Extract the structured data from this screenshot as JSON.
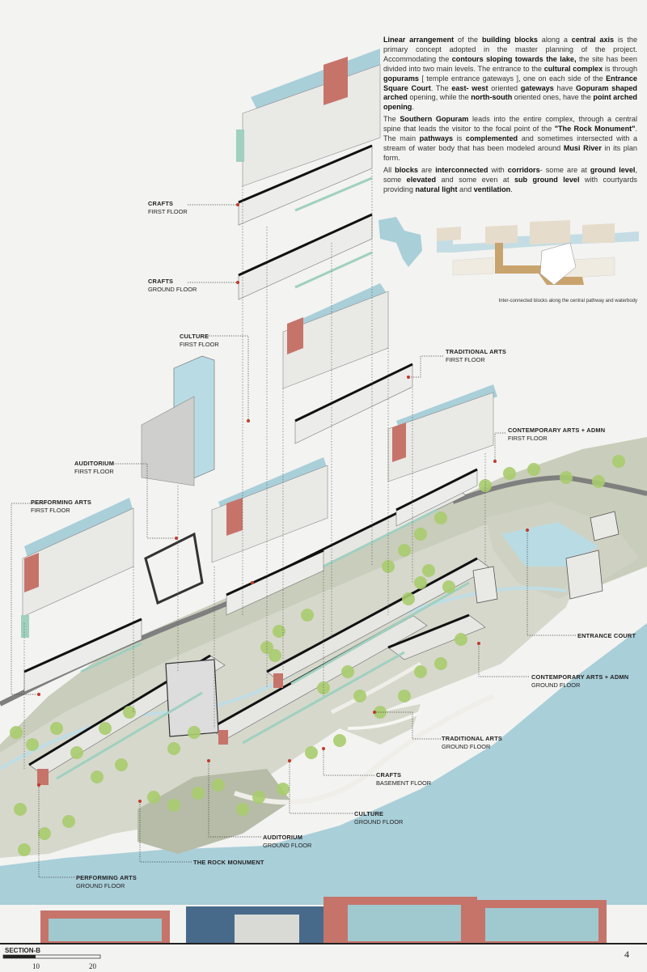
{
  "description": {
    "p1": [
      {
        "t": "Linear arrangement",
        "b": true
      },
      {
        "t": " of the ",
        "b": false
      },
      {
        "t": "building blocks",
        "b": true
      },
      {
        "t": " along a ",
        "b": false
      },
      {
        "t": "central axis",
        "b": true
      },
      {
        "t": " is the primary concept adopted in the master planning of the project. Accommodating the ",
        "b": false
      },
      {
        "t": "contours sloping towards the lake,",
        "b": true
      },
      {
        "t": " the site has been divided into two main levels. The entrance to the ",
        "b": false
      },
      {
        "t": "cultural complex",
        "b": true
      },
      {
        "t": " is through ",
        "b": false
      },
      {
        "t": "gopurams",
        "b": true
      },
      {
        "t": " [ temple entrance gateways ], one on each side of the ",
        "b": false
      },
      {
        "t": "Entrance Square Court",
        "b": true
      },
      {
        "t": ". The ",
        "b": false
      },
      {
        "t": "east- west",
        "b": true
      },
      {
        "t": " oriented ",
        "b": false
      },
      {
        "t": "gateways",
        "b": true
      },
      {
        "t": " have ",
        "b": false
      },
      {
        "t": "Gopuram shaped arched",
        "b": true
      },
      {
        "t": " opening, while the ",
        "b": false
      },
      {
        "t": "north-south",
        "b": true
      },
      {
        "t": " oriented ones, have the ",
        "b": false
      },
      {
        "t": "point arched opening",
        "b": true
      },
      {
        "t": ".",
        "b": false
      }
    ],
    "p2": [
      {
        "t": "The ",
        "b": false
      },
      {
        "t": "Southern Gopuram",
        "b": true
      },
      {
        "t": " leads into the entire complex, through a central spine that leads the visitor to the focal point of the ",
        "b": false
      },
      {
        "t": "\"The Rock Monument\"",
        "b": true
      },
      {
        "t": ". The main ",
        "b": false
      },
      {
        "t": "pathways",
        "b": true
      },
      {
        "t": " is ",
        "b": false
      },
      {
        "t": "complemented",
        "b": true
      },
      {
        "t": " and sometimes intersected with a stream of water body that has been modeled around ",
        "b": false
      },
      {
        "t": "Musi River",
        "b": true
      },
      {
        "t": " in its plan form.",
        "b": false
      }
    ],
    "p3": [
      {
        "t": "All ",
        "b": false
      },
      {
        "t": "blocks",
        "b": true
      },
      {
        "t": " are ",
        "b": false
      },
      {
        "t": "interconnected",
        "b": true
      },
      {
        "t": " with ",
        "b": false
      },
      {
        "t": "corridors",
        "b": true
      },
      {
        "t": "- some are at ",
        "b": false
      },
      {
        "t": "ground level",
        "b": true
      },
      {
        "t": ", some ",
        "b": false
      },
      {
        "t": "elevated",
        "b": true
      },
      {
        "t": " and some even at ",
        "b": false
      },
      {
        "t": "sub ground level",
        "b": true
      },
      {
        "t": " with courtyards providing ",
        "b": false
      },
      {
        "t": "natural light",
        "b": true
      },
      {
        "t": " and ",
        "b": false
      },
      {
        "t": "ventilation",
        "b": true
      },
      {
        "t": ".",
        "b": false
      }
    ]
  },
  "labels": {
    "crafts_ff": {
      "title": "CRAFTS",
      "sub": "FIRST FLOOR"
    },
    "crafts_gf": {
      "title": "CRAFTS",
      "sub": "GROUND FLOOR"
    },
    "culture_ff": {
      "title": "CULTURE",
      "sub": "FIRST FLOOR"
    },
    "trad_ff": {
      "title": "TRADITIONAL ARTS",
      "sub": "FIRST FLOOR"
    },
    "contemp_ff": {
      "title": "CONTEMPORARY ARTS + ADMN",
      "sub": "FIRST FLOOR"
    },
    "aud_ff": {
      "title": "AUDITORIUM",
      "sub": "FIRST FLOOR"
    },
    "perf_ff": {
      "title": "PERFORMING ARTS",
      "sub": "FIRST FLOOR"
    },
    "entrance": {
      "title": "ENTRANCE COURT",
      "sub": ""
    },
    "contemp_gf": {
      "title": "CONTEMPORARY ARTS + ADMN",
      "sub": "GROUND FLOOR"
    },
    "trad_gf": {
      "title": "TRADITIONAL ARTS",
      "sub": "GROUND FLOOR"
    },
    "crafts_bf": {
      "title": "CRAFTS",
      "sub": "BASEMENT FLOOR"
    },
    "culture_gf": {
      "title": "CULTURE",
      "sub": "GROUND FLOOR"
    },
    "aud_gf": {
      "title": "AUDITORIUM",
      "sub": "GROUND FLOOR"
    },
    "rock": {
      "title": "THE ROCK MONUMENT",
      "sub": ""
    },
    "perf_gf": {
      "title": "PERFORMING ARTS",
      "sub": "GROUND FLOOR"
    }
  },
  "diagram_caption": "Inter-connected blocks along the central pathway and waterbody",
  "section_label": "SECTION-B",
  "scale": {
    "a": "10",
    "b": "20"
  },
  "page_number": "4",
  "colors": {
    "water": "#a9cfd9",
    "land": "#c9cdbb",
    "tree": "#a8cc6e",
    "brick": "#c6746a",
    "glass": "#9fd0c0",
    "dot": "#c0392b",
    "accent_path": "#c9a36e"
  }
}
